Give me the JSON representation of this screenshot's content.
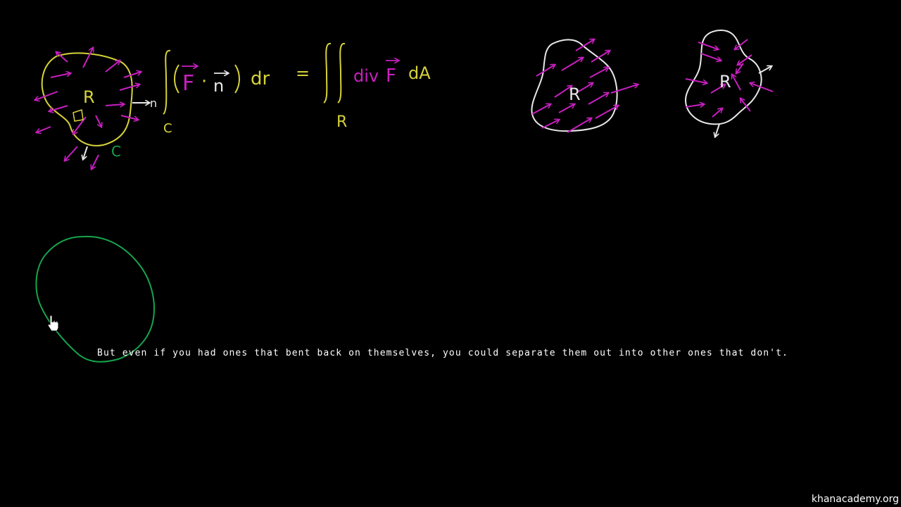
{
  "colors": {
    "background": "#000000",
    "magenta": "#c81fc0",
    "yellow": "#d6d23a",
    "green": "#16a44c",
    "white": "#e8e8e8"
  },
  "board": {
    "left_region": {
      "region_label": "R",
      "curve_label": "C",
      "normal_label": "n"
    },
    "equation": {
      "lhs_integral_sub": "C",
      "lhs_vector": "F",
      "lhs_dot": "·",
      "lhs_normal": "n",
      "lhs_dr": "dr",
      "equals": "=",
      "rhs_div": "div",
      "rhs_vector": "F",
      "rhs_dA": "dA",
      "rhs_integral_sub": "R"
    },
    "middle_region": {
      "region_label": "R"
    },
    "right_region": {
      "region_label": "R"
    }
  },
  "caption": "But even if you had ones that bent back on themselves, you could separate them out into other ones that don't.",
  "watermark": "khanacademy.org",
  "icons": {
    "cursor": "hand-pointer-icon"
  }
}
